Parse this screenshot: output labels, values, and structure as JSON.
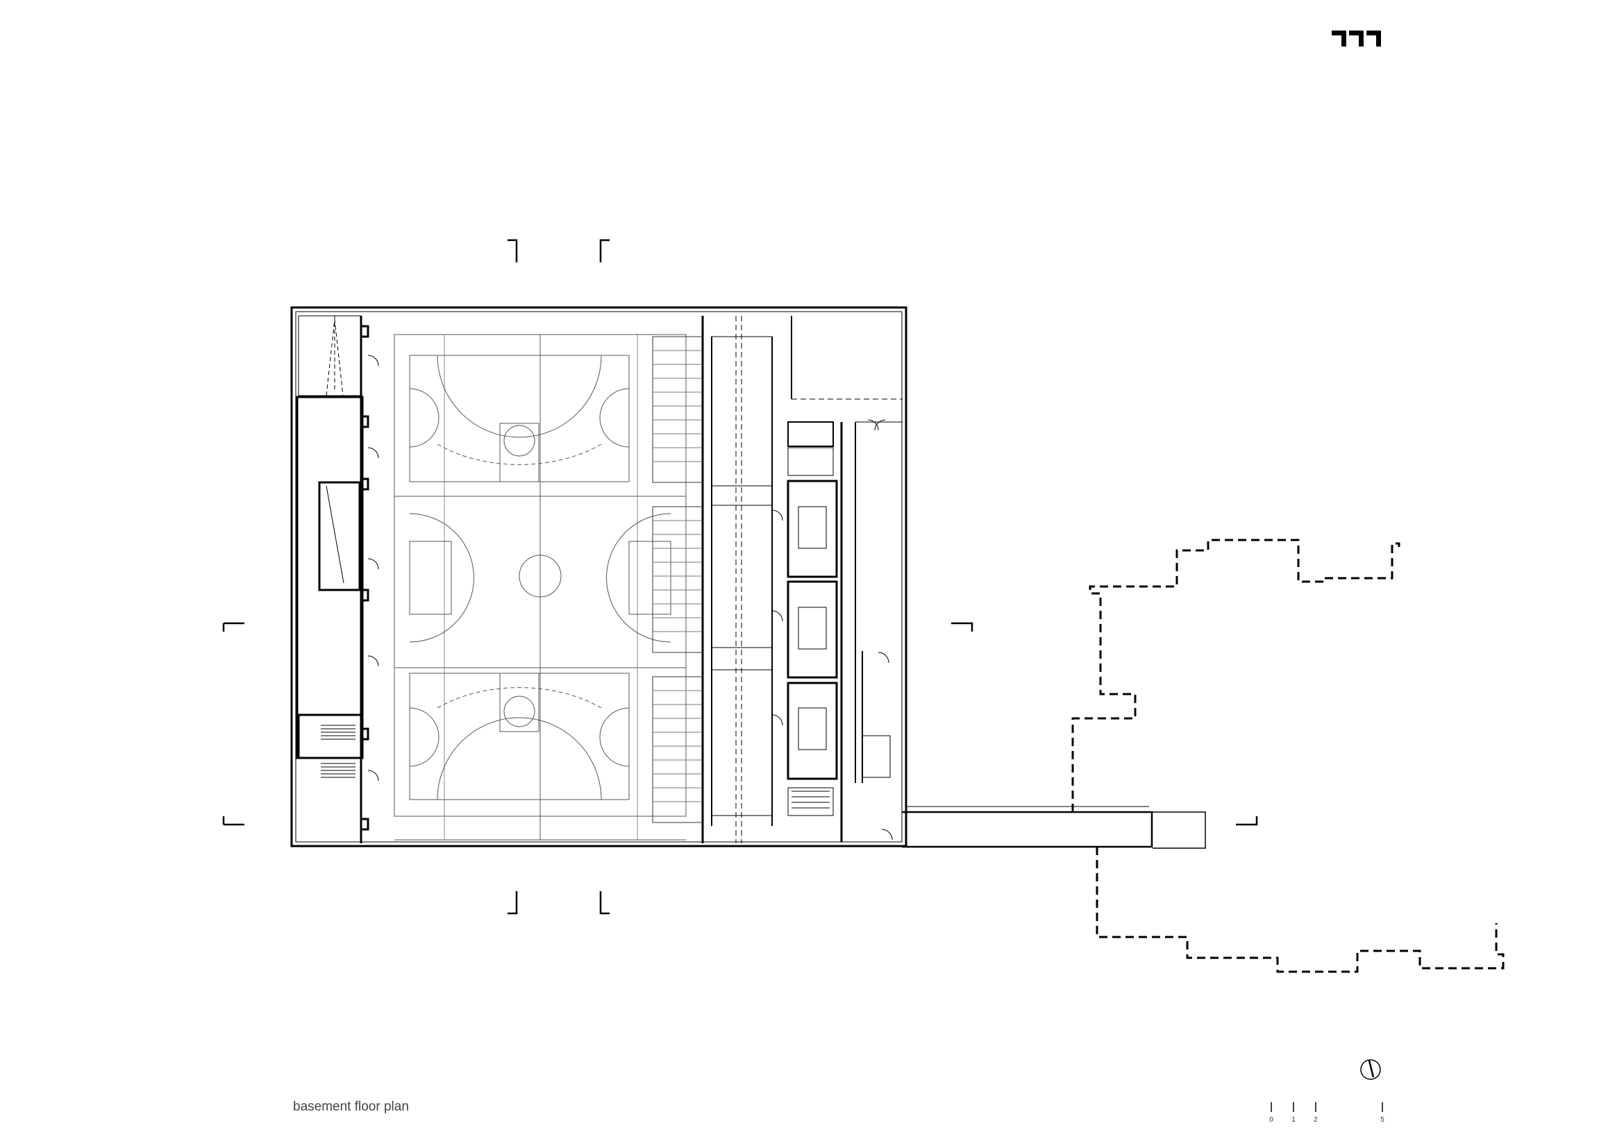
{
  "caption": "basement floor plan",
  "logo": {
    "name": "office-logo",
    "glyph_count": 3
  },
  "scale_bar": {
    "labels": [
      "0",
      "1",
      "2",
      "5"
    ],
    "values": [
      0,
      1,
      2,
      5
    ]
  },
  "north_arrow": {
    "name": "north-arrow-icon"
  },
  "colors": {
    "ink": "#000000",
    "thin_line": "#555555",
    "paper": "#ffffff"
  }
}
